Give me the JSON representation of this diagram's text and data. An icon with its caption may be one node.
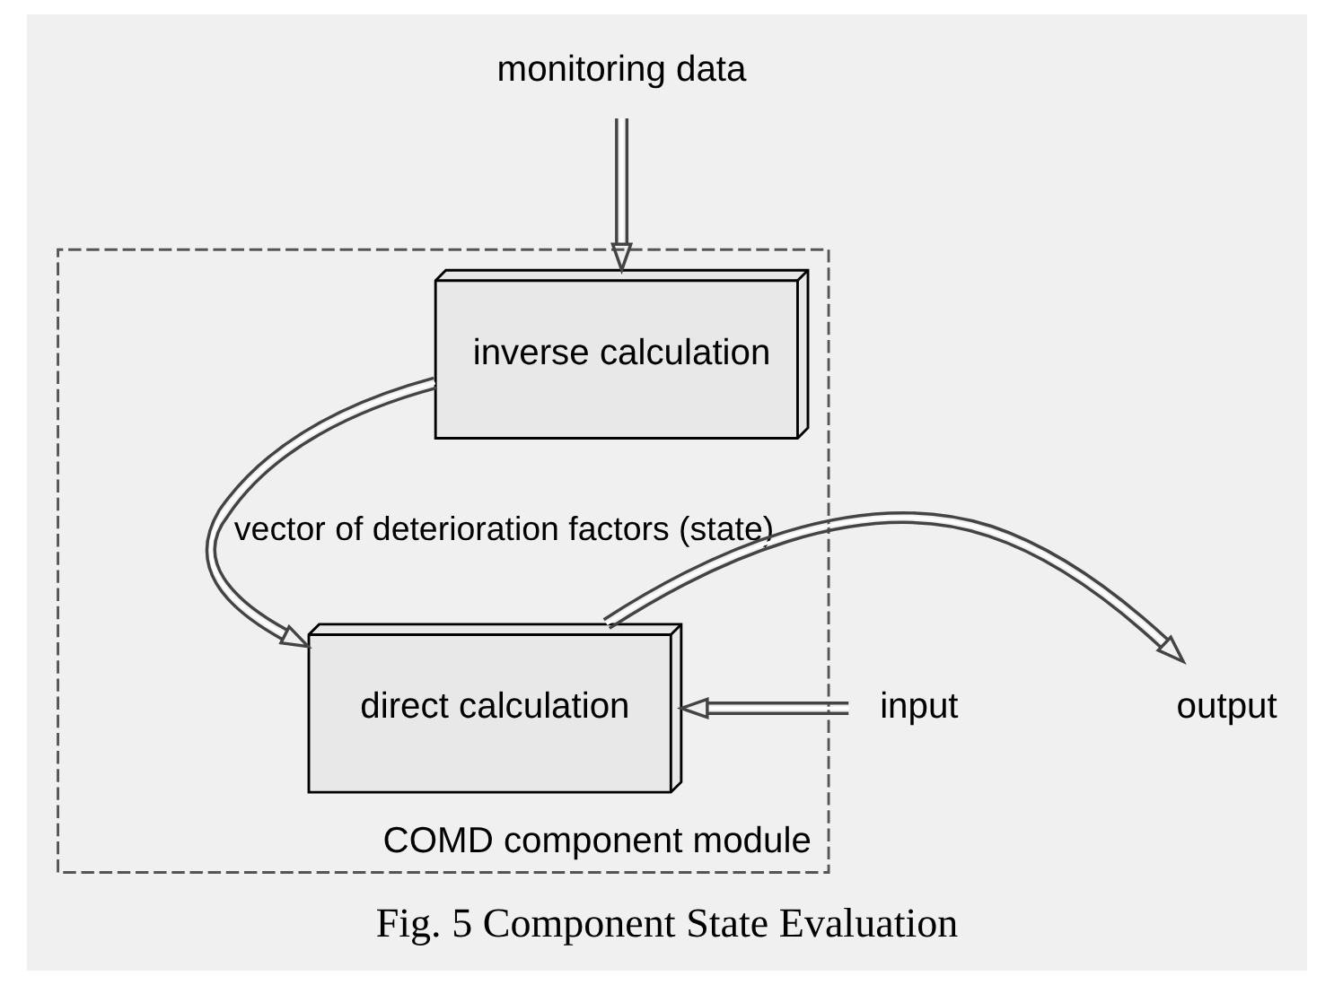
{
  "diagram": {
    "caption": "Fig. 5 Component State Evaluation",
    "nodes": [
      {
        "text": [
          "COMD component module"
        ]
      },
      {
        "text": [
          "inverse calculation"
        ],
        "in": 0
      },
      {
        "text": [
          "direct calculation"
        ],
        "in": 0
      },
      {
        "text": [
          "monitoring data"
        ]
      },
      {
        "text": [
          "input"
        ]
      },
      {
        "text": [
          "output"
        ]
      }
    ],
    "edges": [
      {
        "from": 3,
        "to": 1,
        "arrow": "to"
      },
      {
        "from": 1,
        "to": 2,
        "arrow": "to",
        "label": "vector of deterioration factors (state)"
      },
      {
        "from": 4,
        "to": 2,
        "arrow": "to"
      },
      {
        "from": 2,
        "to": 5,
        "arrow": "to"
      }
    ]
  }
}
